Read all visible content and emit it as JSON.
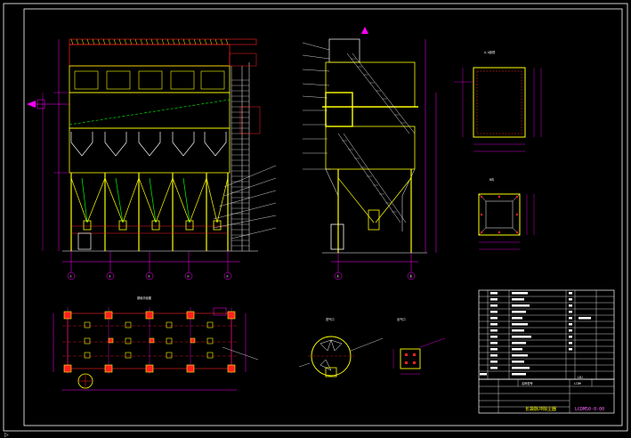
{
  "drawing": {
    "title": "长袋脉冲除尘器",
    "code": "LCDM50-0-00",
    "title_block_label": "名称型号",
    "bom_extra": "LBJ",
    "stamp": "LCDM"
  },
  "views": {
    "plan_title": "基础平面图",
    "detail_a_title": "A-A剖视",
    "detail_b_title": "B向",
    "detail_c_title": "进气口",
    "detail_d_title": "出气口"
  },
  "grid": {
    "front_axes": [
      "①",
      "②",
      "③",
      "④",
      "⑤"
    ],
    "side_axes": [
      "Ⓐ",
      "Ⓑ"
    ]
  },
  "colors": {
    "background": "#000000",
    "frame": "#ffffff",
    "structure": "#ffff00",
    "dimension": "#ff00ff",
    "red": "#ff2020",
    "green": "#00ff00",
    "cyan": "#00ffff"
  },
  "status": {
    "cursor_glyph": "▷"
  }
}
